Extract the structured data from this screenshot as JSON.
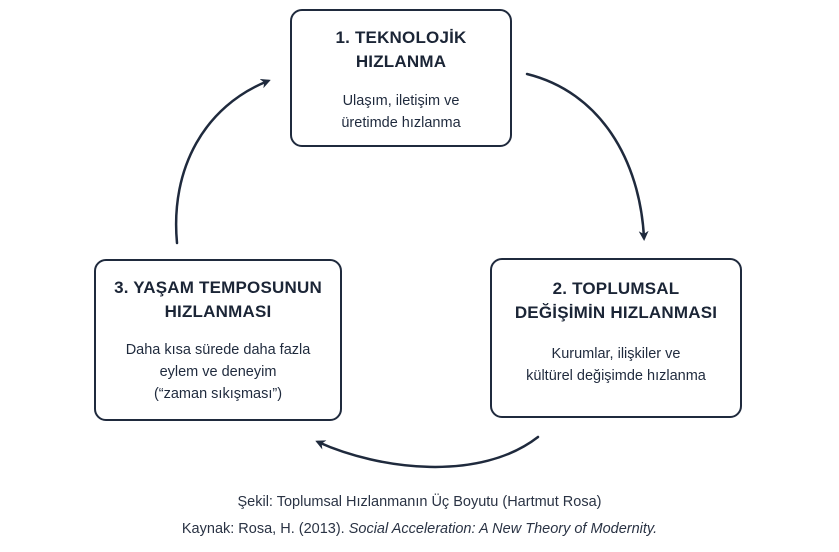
{
  "boxes": [
    {
      "title_line1": "1. TEKNOLOJİK",
      "title_line2": "HIZLANMA",
      "desc_line1": "Ulaşım, iletişim ve",
      "desc_line2": "üretimde hızlanma"
    },
    {
      "title_line1": "2. TOPLUMSAL",
      "title_line2": "DEĞİŞİMİN HIZLANMASI",
      "desc_line1": "Kurumlar, ilişkiler ve",
      "desc_line2": "kültürel değişimde hızlanma"
    },
    {
      "title_line1": "3. YAŞAM TEMPOSUNUN",
      "title_line2": "HIZLANMASI",
      "desc_line1": "Daha kısa sürede daha fazla",
      "desc_line2": "eylem ve deneyim",
      "desc_line3": "(“zaman sıkışması”)"
    }
  ],
  "caption": {
    "figure": "Şekil: Toplumsal Hızlanmanın Üç Boyutu (Hartmut Rosa)",
    "source_prefix": "Kaynak: Rosa, H. (2013). ",
    "source_title": "Social Acceleration: A New Theory of Modernity."
  },
  "colors": {
    "ink": "#1f2a3d",
    "background": "#ffffff"
  }
}
